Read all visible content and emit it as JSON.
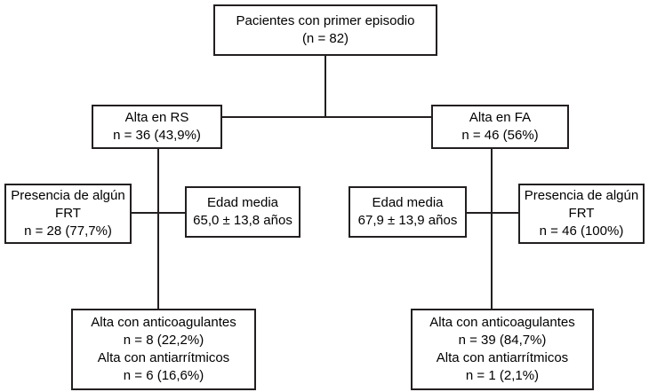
{
  "diagram": {
    "title": "Pacientes con primer episodio",
    "type": "flowchart",
    "nodes": {
      "root": {
        "lines": [
          "Pacientes con primer episodio",
          "(n = 82)"
        ]
      },
      "rs": {
        "lines": [
          "Alta en RS",
          "n = 36 (43,9%)"
        ]
      },
      "fa": {
        "lines": [
          "Alta en FA",
          "n = 46 (56%)"
        ]
      },
      "frt_left": {
        "lines": [
          "Presencia de algún",
          "FRT",
          "n = 28 (77,7%)"
        ]
      },
      "age_left": {
        "lines": [
          "Edad media",
          "65,0 ± 13,8 años"
        ]
      },
      "age_right": {
        "lines": [
          "Edad media",
          "67,9 ± 13,9 años"
        ]
      },
      "frt_right": {
        "lines": [
          "Presencia de algún",
          "FRT",
          "n = 46 (100%)"
        ]
      },
      "discharge_left": {
        "lines": [
          "Alta con anticoagulantes",
          "n = 8 (22,2%)",
          "Alta con antiarrítmicos",
          "n = 6 (16,6%)"
        ]
      },
      "discharge_right": {
        "lines": [
          "Alta con anticoagulantes",
          "n = 39 (84,7%)",
          "Alta con antiarrítmicos",
          "n = 1 (2,1%)"
        ]
      }
    },
    "colors": {
      "border": "#231f20",
      "text": "#000000",
      "background": "#ffffff"
    }
  }
}
